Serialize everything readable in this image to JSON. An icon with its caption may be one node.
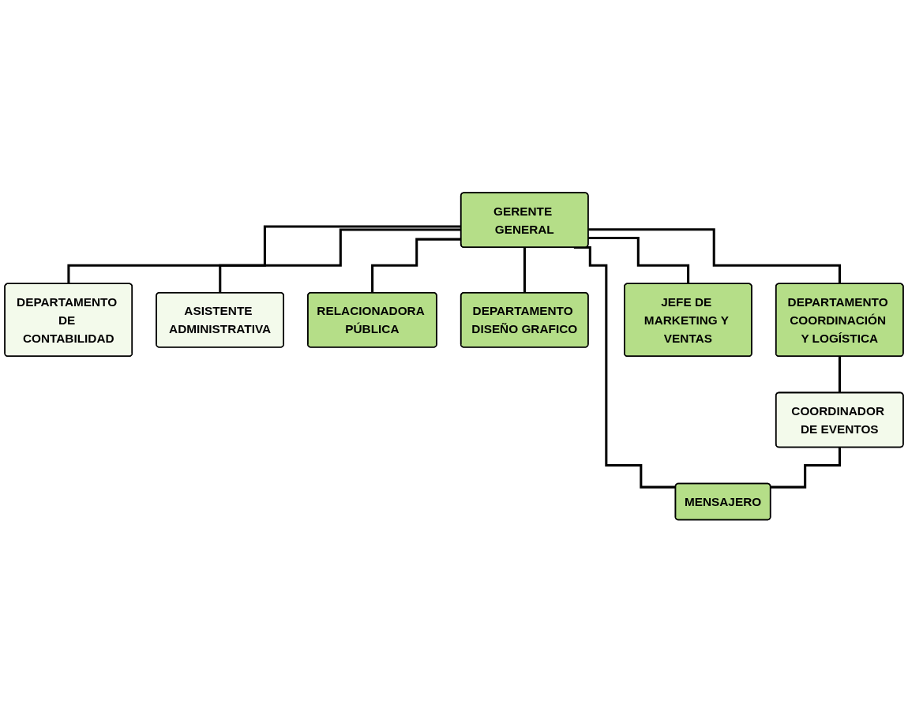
{
  "diagram": {
    "nodes": [
      {
        "text": [
          "GERENTE GENERAL"
        ]
      },
      {
        "text": [
          "DEPARTAMENTO DE CONTABILIDAD"
        ]
      },
      {
        "text": [
          "ASISTENTE ADMINISTRATIVA"
        ]
      },
      {
        "text": [
          "RELACIONADORA PÚBLICA"
        ]
      },
      {
        "text": [
          "DEPARTAMENTO DISEÑO GRAFICO"
        ]
      },
      {
        "text": [
          "DEPARTAMENTO COORDINACIÓN Y LOGÍSTICA"
        ]
      },
      {
        "text": [
          "JEFE DE MARKETING Y VENTAS"
        ]
      },
      {
        "text": [
          "COORDINADOR DE EVENTOS"
        ]
      },
      {
        "text": [
          "MENSAJERO"
        ]
      }
    ],
    "edges": [
      {
        "from": 0,
        "to": 1,
        "arrow": "none"
      },
      {
        "from": 0,
        "to": 2,
        "arrow": "none"
      },
      {
        "from": 0,
        "to": 3,
        "arrow": "none"
      },
      {
        "from": 0,
        "to": 4,
        "arrow": "none"
      },
      {
        "from": 0,
        "to": 5,
        "arrow": "none"
      },
      {
        "from": 0,
        "to": 6,
        "arrow": "none"
      },
      {
        "from": 0,
        "to": 8,
        "arrow": "none"
      },
      {
        "from": 5,
        "to": 7,
        "arrow": "none"
      },
      {
        "from": 7,
        "to": 8,
        "arrow": "none"
      }
    ]
  }
}
